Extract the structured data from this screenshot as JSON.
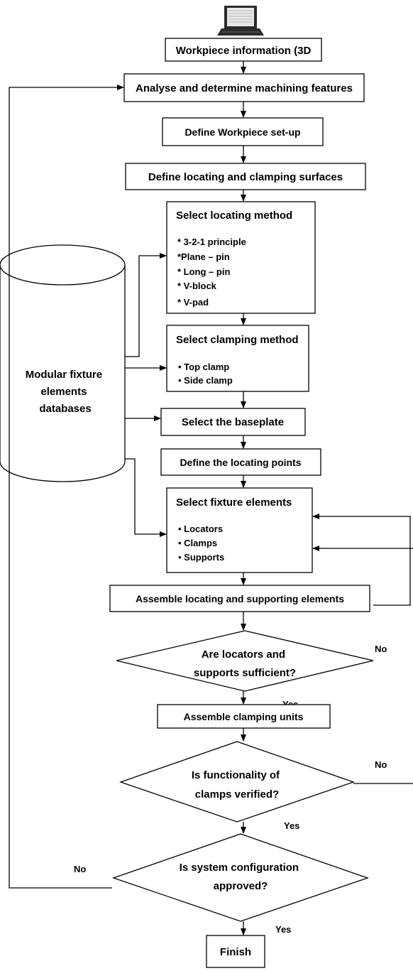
{
  "nodes": {
    "workpiece_info": "Workpiece information (3D",
    "analyse": "Analyse and determine machining features",
    "define_setup": "Define Workpiece set-up",
    "define_surfaces": "Define locating and clamping surfaces",
    "locating_method": {
      "title": "Select locating method",
      "items": [
        "* 3-2-1 principle",
        "*Plane – pin",
        "* Long – pin",
        "* V-block",
        "* V-pad"
      ]
    },
    "clamping_method": {
      "title": "Select clamping method",
      "items": [
        "• Top clamp",
        "• Side clamp"
      ]
    },
    "baseplate": "Select the baseplate",
    "locating_points": "Define the locating points",
    "fixture_elements": {
      "title": "Select fixture elements",
      "items": [
        "• Locators",
        "• Clamps",
        "• Supports"
      ]
    },
    "assemble_locating": "Assemble locating and supporting elements",
    "decision_locators": [
      "Are locators and",
      "supports sufficient?"
    ],
    "assemble_clamping": "Assemble clamping units",
    "decision_clamps": [
      "Is functionality of",
      "clamps verified?"
    ],
    "decision_system": [
      "Is system configuration",
      "approved?"
    ],
    "finish": "Finish"
  },
  "database": [
    "Modular fixture",
    "elements",
    "databases"
  ],
  "edge_labels": {
    "no_locators": "No",
    "yes_locators": "Yes",
    "no_clamps": "No",
    "yes_clamps": "Yes",
    "no_system": "No",
    "yes_system": "Yes"
  }
}
